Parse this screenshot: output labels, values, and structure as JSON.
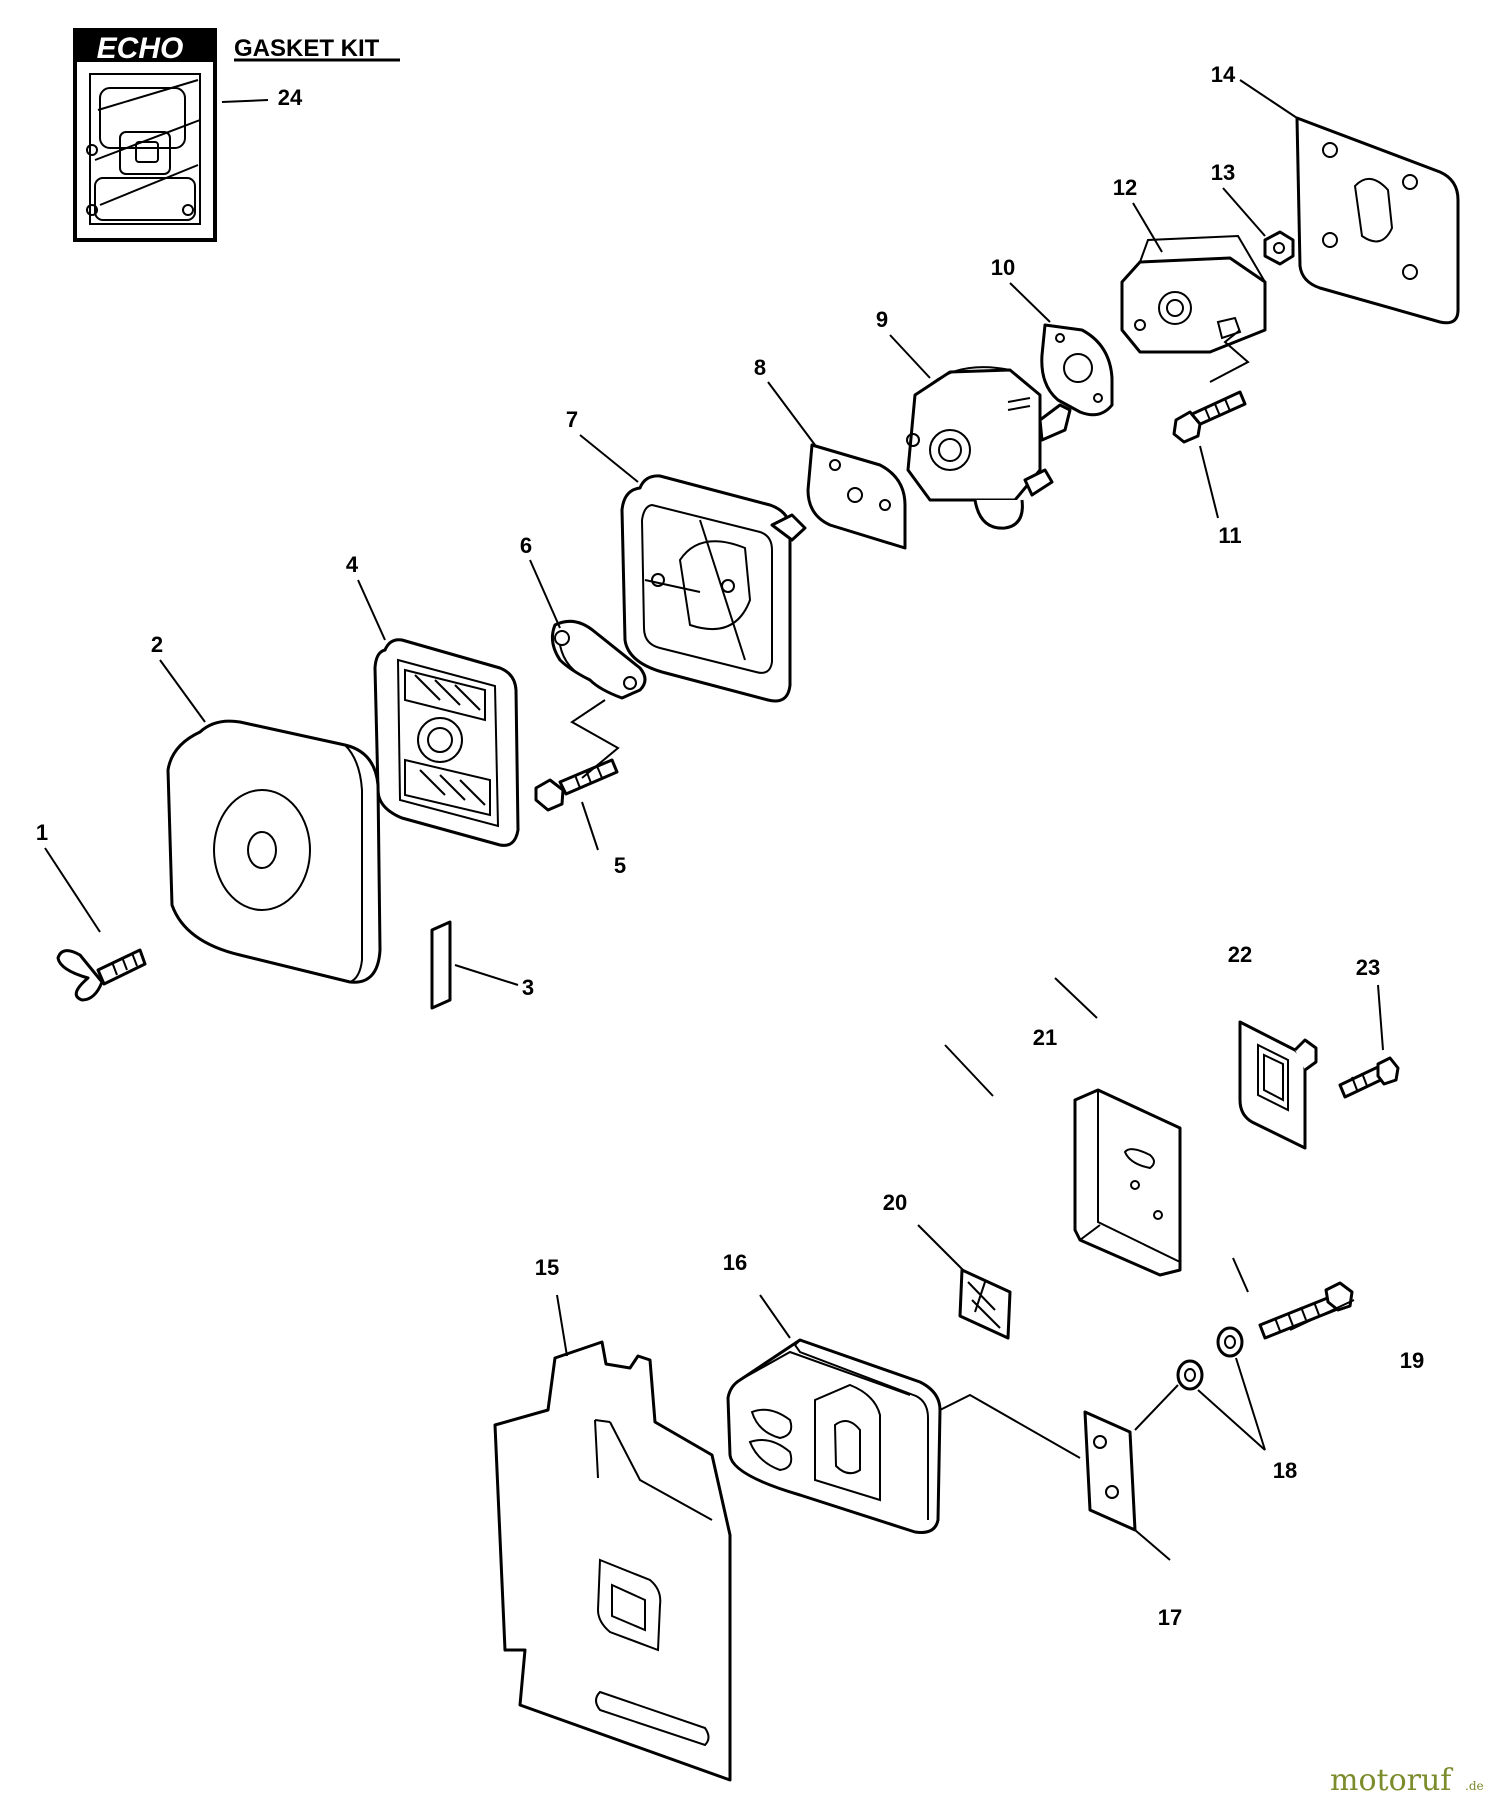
{
  "kit": {
    "brand": "ECHO",
    "title": "GASKET KIT"
  },
  "callouts": [
    "1",
    "2",
    "3",
    "4",
    "5",
    "6",
    "7",
    "8",
    "9",
    "10",
    "11",
    "12",
    "13",
    "14",
    "15",
    "16",
    "17",
    "18",
    "19",
    "20",
    "21",
    "22",
    "23",
    "24"
  ],
  "watermark": {
    "name": "motoruf",
    "suffix": ".de"
  }
}
